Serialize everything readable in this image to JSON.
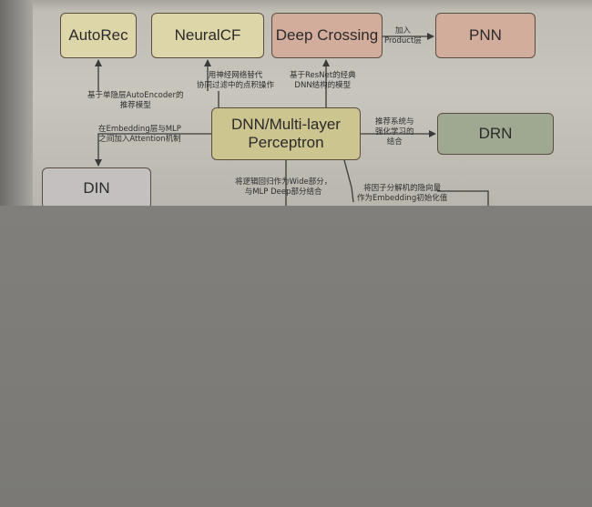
{
  "nodes": {
    "autorec": "AutoRec",
    "neuralcf": "NeuralCF",
    "deep_crossing": "Deep Crossing",
    "pnn": "PNN",
    "dnn": [
      "DNN/Multi-layer",
      "Perceptron"
    ],
    "drn": "DRN",
    "din": "DIN"
  },
  "edge_labels": {
    "to_pnn": [
      "加入",
      "Product层"
    ],
    "to_autorec": [
      "基于单隐层AutoEncoder的",
      "推荐模型"
    ],
    "to_neuralcf": [
      "用神经网络替代",
      "协同过滤中的点积操作"
    ],
    "to_deep_crossing": [
      "基于ResNet的经典",
      "DNN结构的模型"
    ],
    "to_din": [
      "在Embedding层与MLP",
      "之间加入Attention机制"
    ],
    "to_drn": [
      "推荐系统与",
      "强化学习的",
      "结合"
    ],
    "to_wide_deep": [
      "将逻辑回归作为Wide部分，",
      "与MLP Deep部分结合"
    ],
    "to_fnn": [
      "将因子分解机的隐向量",
      "作为Embedding初始化值"
    ]
  },
  "colors": {
    "page": "#c8c5bd",
    "occluded_area": "#7c7b78",
    "node_yellow": "#ddd6a9",
    "node_pink": "#d3ad9c",
    "node_center": "#ccc58f",
    "node_green": "#9fa890",
    "node_gray": "#c4c0c0",
    "border": "#5a4e44"
  }
}
